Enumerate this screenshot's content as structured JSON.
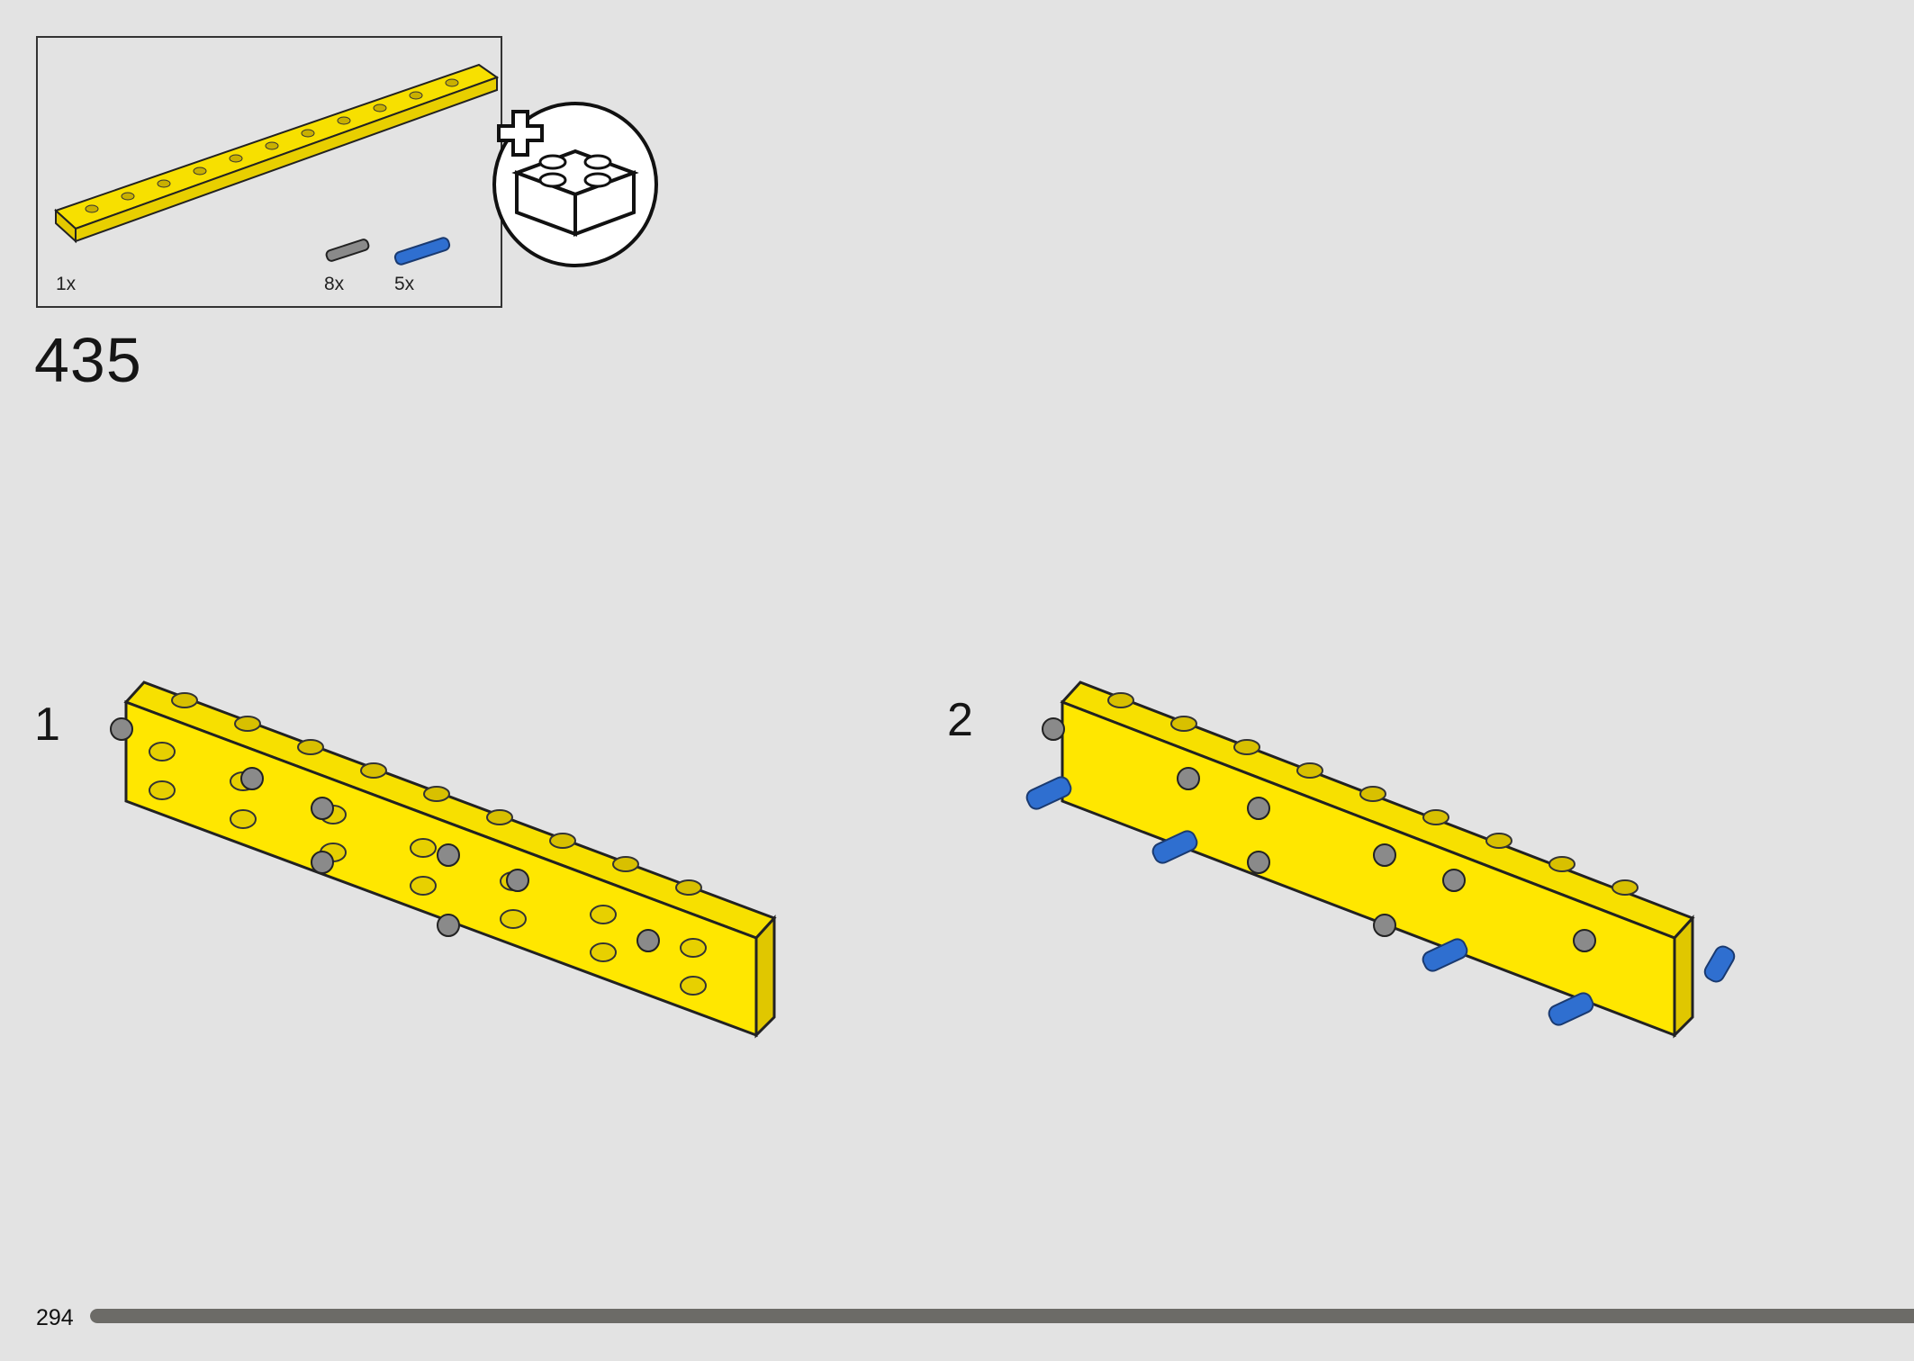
{
  "step": {
    "number": "435"
  },
  "parts_list": {
    "items": [
      {
        "icon": "yellow-frame-icon",
        "qty": "1x"
      },
      {
        "icon": "gray-friction-pin-icon",
        "qty": "8x"
      },
      {
        "icon": "blue-axle-pin-icon",
        "qty": "5x"
      }
    ],
    "badge_icon": "add-submodel-brick-icon"
  },
  "substeps": [
    {
      "label": "1"
    },
    {
      "label": "2"
    }
  ],
  "page": {
    "number": "294",
    "progress": 1.0
  },
  "colors": {
    "background": "#e3e3e3",
    "frame_yellow": "#f7e000",
    "pin_gray": "#8a8a8a",
    "pin_blue": "#2f6fd0",
    "progress": "#6c6b67"
  }
}
